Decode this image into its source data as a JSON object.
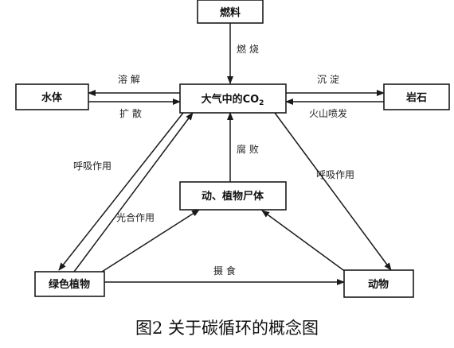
{
  "nodes": {
    "fuel": "燃料",
    "water": "水体",
    "atmosphere": "大气中的CO",
    "atmosphere_sub": "2",
    "rock": "岩石",
    "remains": "动、植物尸体",
    "plants": "绿色植物",
    "animals": "动物"
  },
  "edges": {
    "burning": "燃 烧",
    "dissolve": "溶 解",
    "diffuse": "扩 散",
    "sediment": "沉 淀",
    "volcano": "火山喷发",
    "decompose": "腐 败",
    "plant_respiration": "呼吸作用",
    "photosynthesis": "光合作用",
    "animal_respiration": "呼吸作用",
    "ingestion": "摄 食"
  },
  "caption": "图2 关于碳循环的概念图"
}
